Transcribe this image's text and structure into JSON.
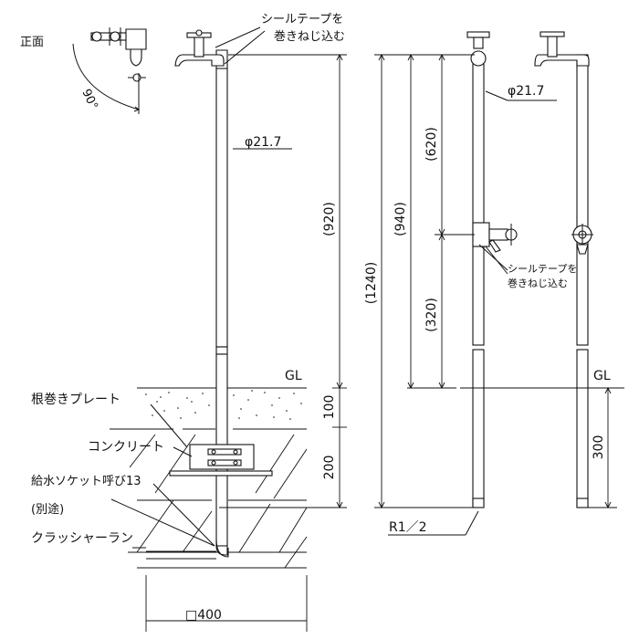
{
  "labels": {
    "front": "正面",
    "angle": "90°",
    "seal_tape_l1": "シールテープを",
    "seal_tape_l2": "巻きねじ込む",
    "dia_left": "φ21.7",
    "dia_right": "φ21.7",
    "root_plate": "根巻きプレート",
    "concrete": "コンクリート",
    "socket": "給水ソケット呼び13",
    "separate": "(別途)",
    "crusher_run": "クラッシャーラン",
    "gl_left": "GL",
    "gl_right": "GL",
    "width": "□400",
    "thread": "R1／2",
    "seal_tape_small_l1": "シールテープを",
    "seal_tape_small_l2": "巻きねじ込む"
  },
  "dimensions": {
    "d920": "(920)",
    "d100": "100",
    "d200": "200",
    "d1240": "(1240)",
    "d940": "(940)",
    "d620": "(620)",
    "d320": "(320)",
    "d300": "300"
  }
}
